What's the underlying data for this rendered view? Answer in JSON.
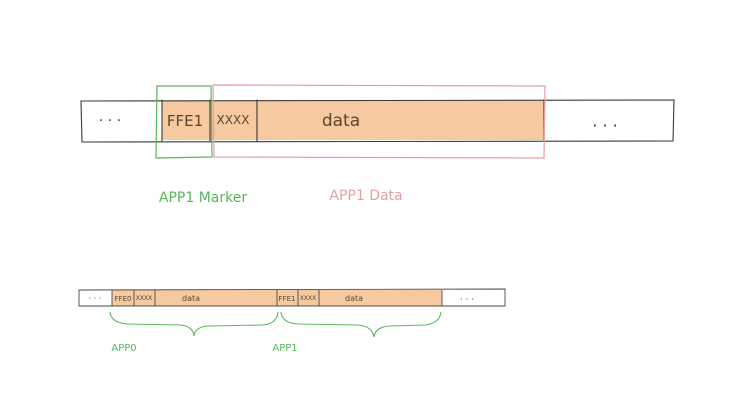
{
  "top": {
    "left_ellipsis": "· · ·",
    "marker": "FFE1",
    "length": "XXXX",
    "data": "data",
    "right_ellipsis": "· · ·",
    "marker_label": "APP1 Marker",
    "data_label": "APP1 Data"
  },
  "bottom": {
    "left_ellipsis": "· · ·",
    "app0_marker": "FFE0",
    "app0_length": "XXXX",
    "app0_data": "data",
    "app1_marker": "FFE1",
    "app1_length": "XXXX",
    "app1_data": "data",
    "right_ellipsis": "· · ·",
    "app0_label": "APP0",
    "app1_label": "APP1"
  },
  "colors": {
    "fill": "#f6c9a0",
    "green": "#57b85a",
    "red": "#e7a0a2",
    "stroke": "#3a3a3a"
  }
}
